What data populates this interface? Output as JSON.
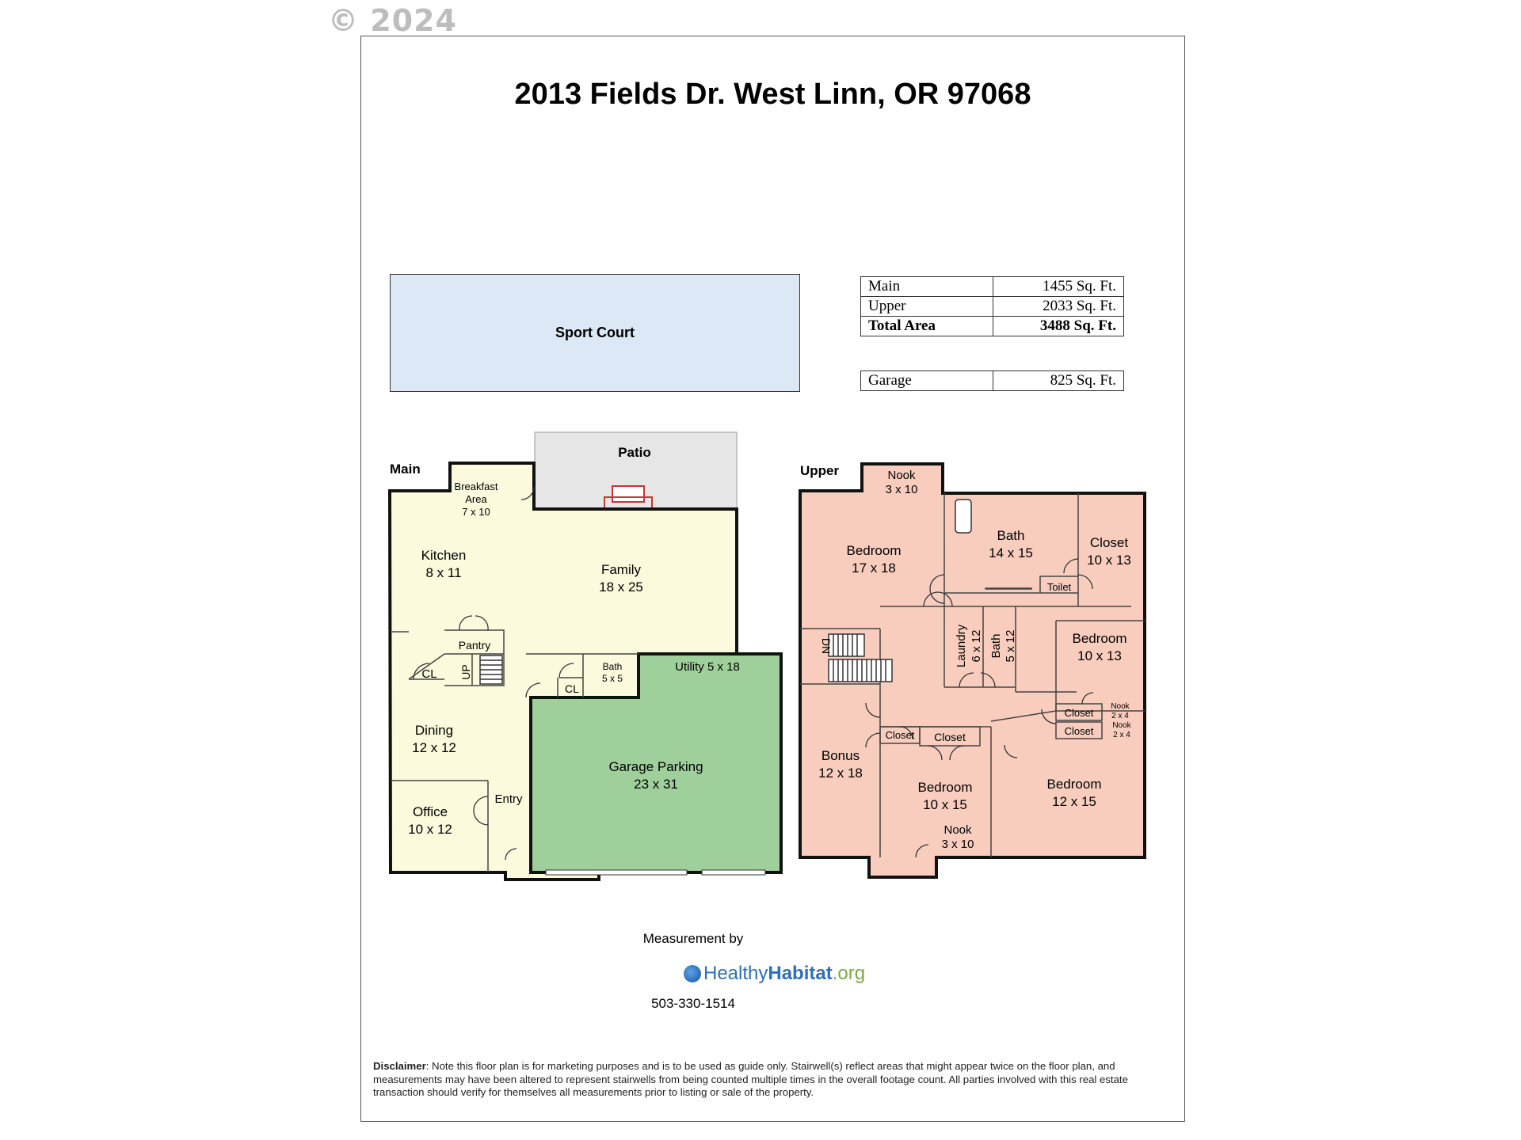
{
  "copyright": "© 2024",
  "title": "2013 Fields Dr. West Linn, OR 97068",
  "sport_court": "Sport Court",
  "area_table": [
    {
      "label": "Main",
      "value": "1455 Sq. Ft."
    },
    {
      "label": "Upper",
      "value": "2033 Sq. Ft."
    },
    {
      "label": "Total Area",
      "value": "3488 Sq. Ft."
    }
  ],
  "garage_table": {
    "label": "Garage",
    "value": "825 Sq. Ft."
  },
  "main_floor": {
    "label": "Main",
    "patio": "Patio",
    "breakfast": [
      "Breakfast",
      "Area",
      "7 x 10"
    ],
    "kitchen": [
      "Kitchen",
      "8 x 11"
    ],
    "family": [
      "Family",
      "18 x 25"
    ],
    "pantry": "Pantry",
    "cl1": "CL",
    "up": "UP",
    "cl2": "CL",
    "bath": [
      "Bath",
      "5 x 5"
    ],
    "utility": "Utility 5 x 18",
    "dining": [
      "Dining",
      "12 x 12"
    ],
    "garage": [
      "Garage Parking",
      "23 x 31"
    ],
    "entry": "Entry",
    "office": [
      "Office",
      "10 x 12"
    ]
  },
  "upper_floor": {
    "label": "Upper",
    "nook_top": [
      "Nook",
      "3 x 10"
    ],
    "bedroom1": [
      "Bedroom",
      "17 x 18"
    ],
    "bath1": [
      "Bath",
      "14 x 15"
    ],
    "closet1": [
      "Closet",
      "10 x 13"
    ],
    "toilet": "Toilet",
    "dn": "DN",
    "laundry": [
      "Laundry",
      "6 x 12"
    ],
    "bath2": [
      "Bath",
      "5 x 12"
    ],
    "bedroom2": [
      "Bedroom",
      "10 x 13"
    ],
    "closet_a": "Closet",
    "nook_a": [
      "Nook",
      "2 x 4"
    ],
    "closet_b": "Closet",
    "nook_b": [
      "Nook",
      "2 x 4"
    ],
    "closet_c": "Closet",
    "closet_d": "Closet",
    "bonus": [
      "Bonus",
      "12 x 18"
    ],
    "bedroom3": [
      "Bedroom",
      "10 x 15"
    ],
    "bedroom4": [
      "Bedroom",
      "12 x 15"
    ],
    "nook_bottom": [
      "Nook",
      "3 x 10"
    ]
  },
  "measurement_by": "Measurement by",
  "logo": {
    "part1": "Healthy",
    "part2": "Habitat",
    "part3": ".org"
  },
  "phone": "503-330-1514",
  "disclaimer_label": "Disclaimer",
  "disclaimer_text": ": Note this floor plan is for marketing purposes and is to be used as guide only.  Stairwell(s) reflect areas that might appear twice on the floor plan, and measurements may have been altered to represent stairwells from being counted multiple times in the overall footage count.  All parties involved with this real estate transaction should verify for themselves all measurements prior to listing or sale of the property.",
  "colors": {
    "main_fill": "#fbfadc",
    "garage_fill": "#9fcf9b",
    "upper_fill": "#f8cdbe",
    "patio_fill": "#e6e6e6",
    "court_fill": "#dce8f6"
  }
}
